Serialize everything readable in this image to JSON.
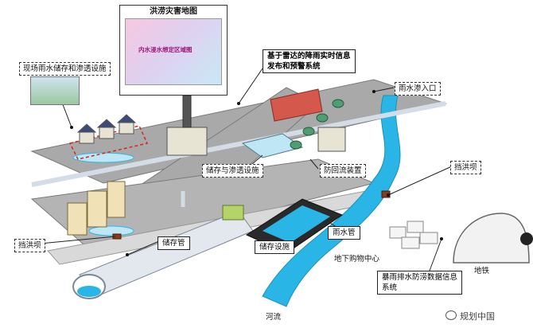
{
  "labels": {
    "flood_map": "洪涝灾害地图",
    "flood_map_inner": "内水浸水想定区域图",
    "onsite_facility": "现场雨水储存和渗透设施",
    "radar_system_line1": "基于雷达的降雨实时信息",
    "radar_system_line2": "发布和预警系统",
    "rain_inlet": "雨水渗入口",
    "storage_infiltration": "储存与渗透设施",
    "backflow_device": "防回流装置",
    "floodgate_right": "挡洪坝",
    "floodgate_left": "挡洪坝",
    "storage_pipe": "储存管",
    "storage_facility": "储存设施",
    "rain_pipe": "雨水管",
    "underground_mall": "地下购物中心",
    "subway": "地铁",
    "info_system_line1": "暴雨排水防涝数据信息",
    "info_system_line2": "系统",
    "river": "河流",
    "watermark": "规划中国"
  },
  "colors": {
    "road": "#a9a9a9",
    "road_edge": "#7a7a7a",
    "water": "#29b6e6",
    "water_light": "#bfe6f5",
    "pipe": "#d4dde6",
    "building": "#e8e4d4",
    "accent_red": "#d9241c"
  }
}
